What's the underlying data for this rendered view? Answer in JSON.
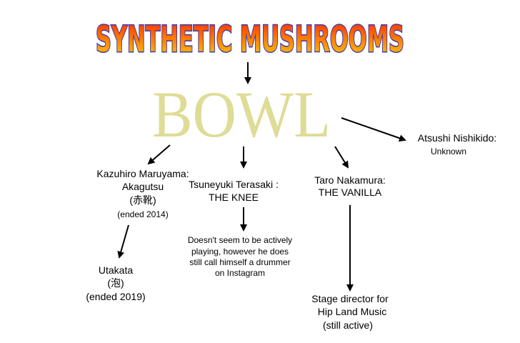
{
  "title_logo": {
    "text": "SYNTHETIC MUSHROOMS",
    "gradient": [
      "#ff2a00",
      "#ffd000"
    ],
    "outline": "#3a3ab0"
  },
  "band_logo": {
    "text": "BOWL",
    "color": "#dedc96"
  },
  "members": [
    {
      "name": "Kazuhiro Maruyama:",
      "band": "Akagutsu",
      "band_jp": "(赤靴)",
      "note": "(ended 2014)",
      "next": {
        "band": "Utakata",
        "band_jp": "(泡)",
        "note": "(ended 2019)"
      }
    },
    {
      "name": "Tsuneyuki  Terasaki :",
      "band": "THE KNEE",
      "next": {
        "lines": [
          "Doesn't seem to be actively",
          "playing, however he does",
          "still call himself a drummer",
          "on Instagram"
        ]
      }
    },
    {
      "name": "Taro Nakamura:",
      "band": "THE VANILLA",
      "next": {
        "lines": [
          "Stage director for",
          "Hip Land Music",
          "(still active)"
        ]
      }
    },
    {
      "name": "Atsushi Nishikido:",
      "note": "Unknown"
    }
  ]
}
